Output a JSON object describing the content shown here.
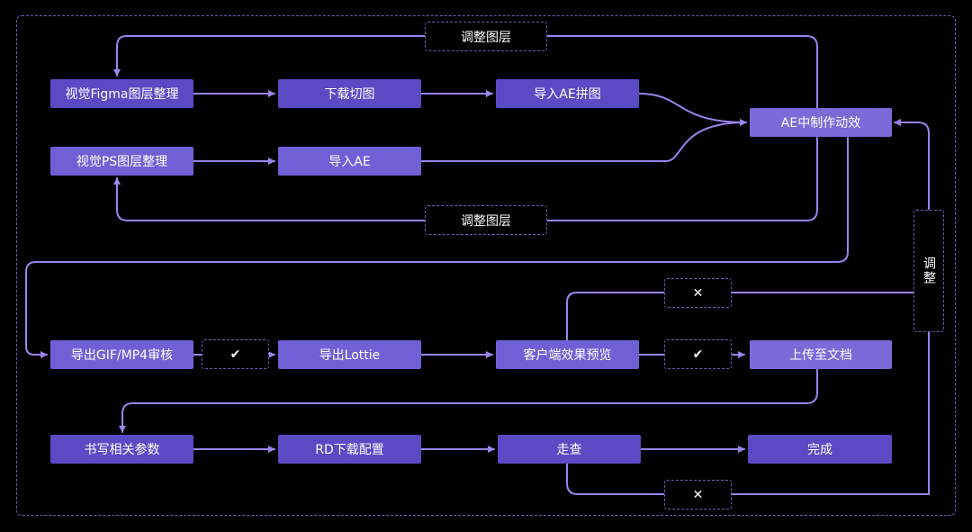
{
  "nodes": {
    "figma": "视觉Figma图层整理",
    "ps": "视觉PS图层整理",
    "download_slice": "下载切图",
    "import_ae": "导入AE",
    "import_ae_stitch": "导入AE拼图",
    "ae_make": "AE中制作动效",
    "export_gif": "导出GIF/MP4审核",
    "export_lottie": "导出Lottie",
    "client_preview": "客户端效果预览",
    "upload_doc": "上传至文档",
    "write_params": "书写相关参数",
    "rd_download": "RD下载配置",
    "walkthrough": "走查",
    "done": "完成"
  },
  "labels": {
    "adjust_layer_top": "调整图层",
    "adjust_layer_bottom": "调整图层",
    "adjust_vertical": "调整",
    "check_1": "✔",
    "check_2": "✔",
    "cross_1": "✕",
    "cross_2": "✕"
  },
  "colors": {
    "line": "#9a84ee",
    "border": "#6a5fb8",
    "node_dark": "#5a4ac4",
    "node_mid": "#6f60d6",
    "node_light": "#7b6ad8"
  }
}
